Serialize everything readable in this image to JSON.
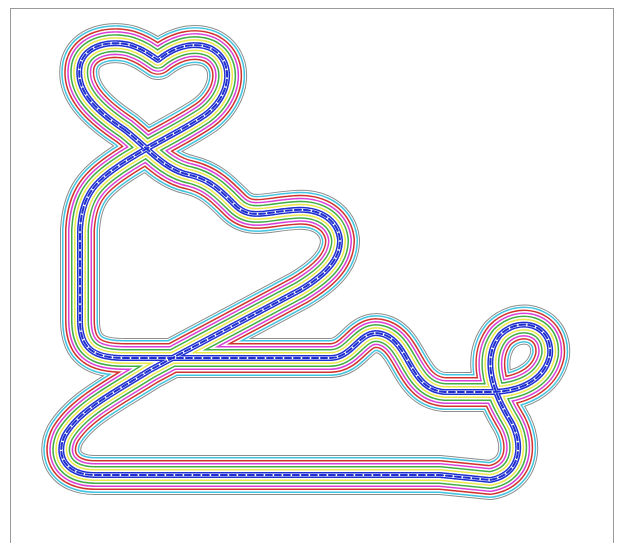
{
  "canvas": {
    "background": "#ffffff",
    "frame_color": "#9a9a9a"
  },
  "track": {
    "edge_color": "#8c8c8c",
    "lanes": [
      {
        "name": "cyan",
        "color": "#41c4e0"
      },
      {
        "name": "red",
        "color": "#d2322d"
      },
      {
        "name": "magenta",
        "color": "#d83fd8"
      },
      {
        "name": "green",
        "color": "#3fae45"
      },
      {
        "name": "yellow",
        "color": "#e8e64a"
      },
      {
        "name": "blue",
        "color": "#1f2fd0"
      }
    ]
  }
}
